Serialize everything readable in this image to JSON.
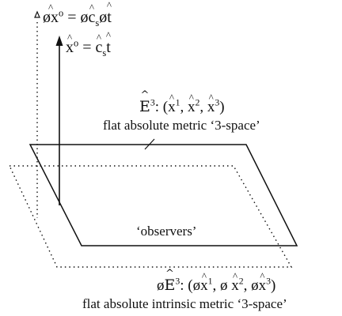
{
  "labels": {
    "axis_prime_lhs": "øx",
    "axis_prime_sup": "o",
    "axis_prime_eq": " = ø",
    "axis_prime_c": "c",
    "axis_prime_csub": "s",
    "axis_prime_o2": "ø",
    "axis_prime_t": "t",
    "axis_lhs": "x",
    "axis_sup": "o",
    "axis_eq": " = ",
    "axis_c": "c",
    "axis_csub": "s",
    "axis_t": "t",
    "space_symbol": "E",
    "space_sup": "3",
    "space_coords_open": ": (",
    "space_x1": "x",
    "space_x1_sup": "1",
    "space_sep1": ", ",
    "space_x2": "x",
    "space_x2_sup": "2",
    "space_sep2": ", ",
    "space_x3": "x",
    "space_x3_sup": "3",
    "space_close": ")",
    "space_caption": "flat absolute metric ‘3-space’",
    "observers": "‘observers’",
    "intr_prefix": "ø",
    "intr_symbol": "E",
    "intr_sup": "3",
    "intr_coords_open": ": (",
    "intr_x1_pre": "ø",
    "intr_x1": "x",
    "intr_x1_sup": "1",
    "intr_sep1": ", ",
    "intr_x2_pre": "ø ",
    "intr_x2": "x",
    "intr_x2_sup": "2",
    "intr_sep2": ", ",
    "intr_x3_pre": "ø",
    "intr_x3": "x",
    "intr_x3_sup": "3",
    "intr_close": ")",
    "intr_caption": "flat absolute intrinsic metric ‘3-space’"
  }
}
